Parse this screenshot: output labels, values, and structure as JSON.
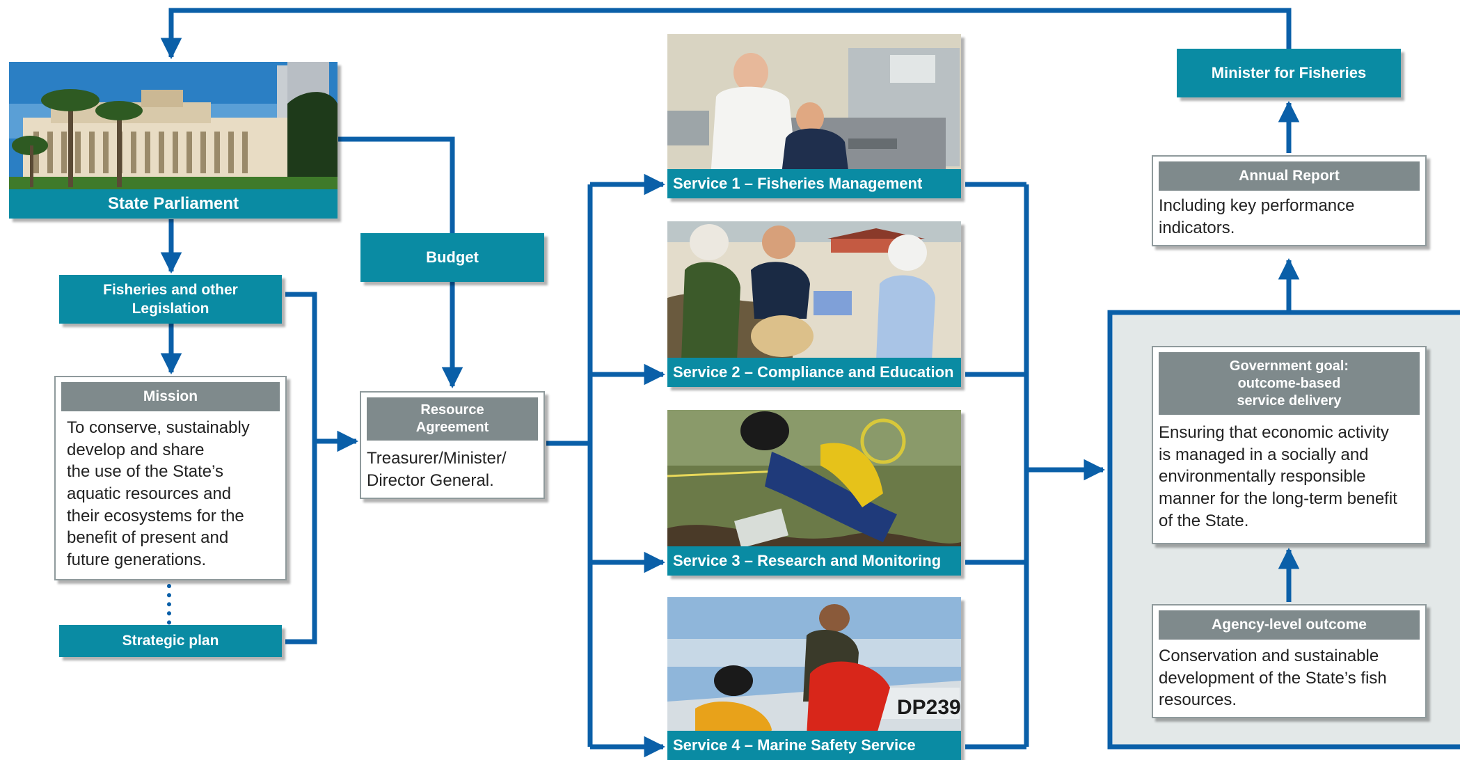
{
  "colors": {
    "line": "#0a5fa8",
    "teal": "#0a8ba3",
    "grey_header": "#7f8a8c",
    "panel": "#e3e8e8"
  },
  "parliament": {
    "label": "State Parliament",
    "icon": "parliament-building-photo"
  },
  "legislation": {
    "label_line1": "Fisheries and other",
    "label_line2": "Legislation"
  },
  "mission": {
    "title": "Mission",
    "text_lines": [
      "To conserve, sustainably",
      "develop and share",
      "the use of the State’s",
      "aquatic resources and",
      "their ecosystems for the",
      "benefit of present and",
      "future generations."
    ]
  },
  "strategic_plan": {
    "label": "Strategic plan"
  },
  "budget": {
    "label": "Budget"
  },
  "resource_agreement": {
    "title_line1": "Resource",
    "title_line2": "Agreement",
    "text_line1": "Treasurer/Minister/",
    "text_line2": "Director General."
  },
  "services": [
    {
      "label": "Service 1 – Fisheries Management",
      "icon": "office-workers-photo"
    },
    {
      "label": "Service 2 – Compliance and Education",
      "icon": "children-on-beach-photo"
    },
    {
      "label": "Service 3 – Research and Monitoring",
      "icon": "scuba-diver-photo"
    },
    {
      "label": "Service 4 – Marine Safety Service",
      "icon": "marine-safety-boat-photo"
    }
  ],
  "minister": {
    "label": "Minister for Fisheries"
  },
  "annual_report": {
    "title": "Annual Report",
    "text_line1": "Including key performance",
    "text_line2": "indicators."
  },
  "government_goal": {
    "title_lines": [
      "Government goal:",
      "outcome-based",
      "service delivery"
    ],
    "text_lines": [
      "Ensuring that economic activity",
      "is managed in a socially and",
      "environmentally responsible",
      "manner for the long-term benefit",
      "of the State."
    ]
  },
  "agency_outcome": {
    "title": "Agency-level outcome",
    "text_lines": [
      "Conservation and sustainable",
      "development of the State’s fish",
      "resources."
    ]
  }
}
